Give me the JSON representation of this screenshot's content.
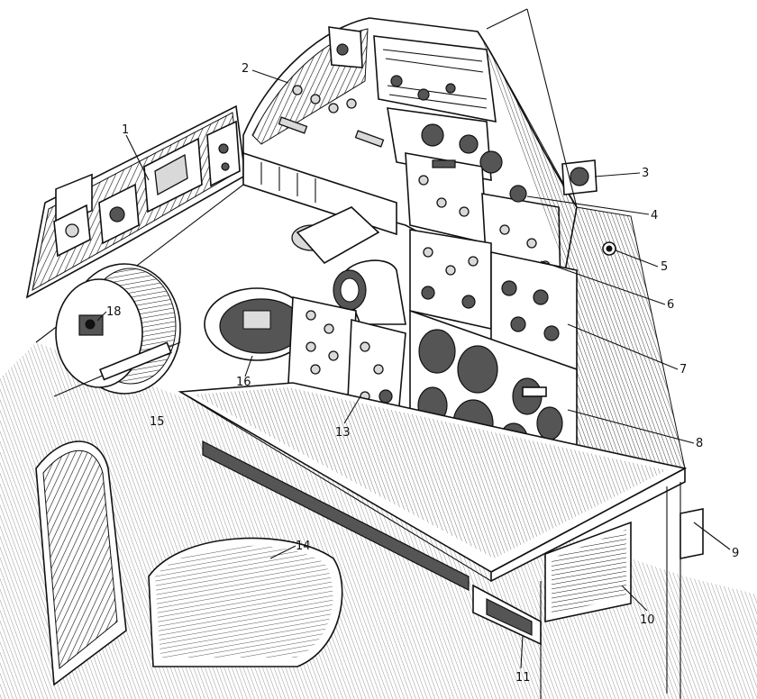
{
  "callouts": [
    {
      "id": "1",
      "label": "1"
    },
    {
      "id": "2",
      "label": "2"
    },
    {
      "id": "3",
      "label": "3"
    },
    {
      "id": "4",
      "label": "4"
    },
    {
      "id": "5",
      "label": "5"
    },
    {
      "id": "6",
      "label": "6"
    },
    {
      "id": "7",
      "label": "7"
    },
    {
      "id": "8",
      "label": "8"
    },
    {
      "id": "9",
      "label": "9"
    },
    {
      "id": "10",
      "label": "10"
    },
    {
      "id": "11",
      "label": "11"
    },
    {
      "id": "13",
      "label": "13"
    },
    {
      "id": "14",
      "label": "14"
    },
    {
      "id": "15",
      "label": "15"
    },
    {
      "id": "16",
      "label": "16"
    },
    {
      "id": "18",
      "label": "18"
    }
  ],
  "colors": {
    "ink": "#111111",
    "paper": "#ffffff",
    "shade": "#d9d9d9"
  }
}
